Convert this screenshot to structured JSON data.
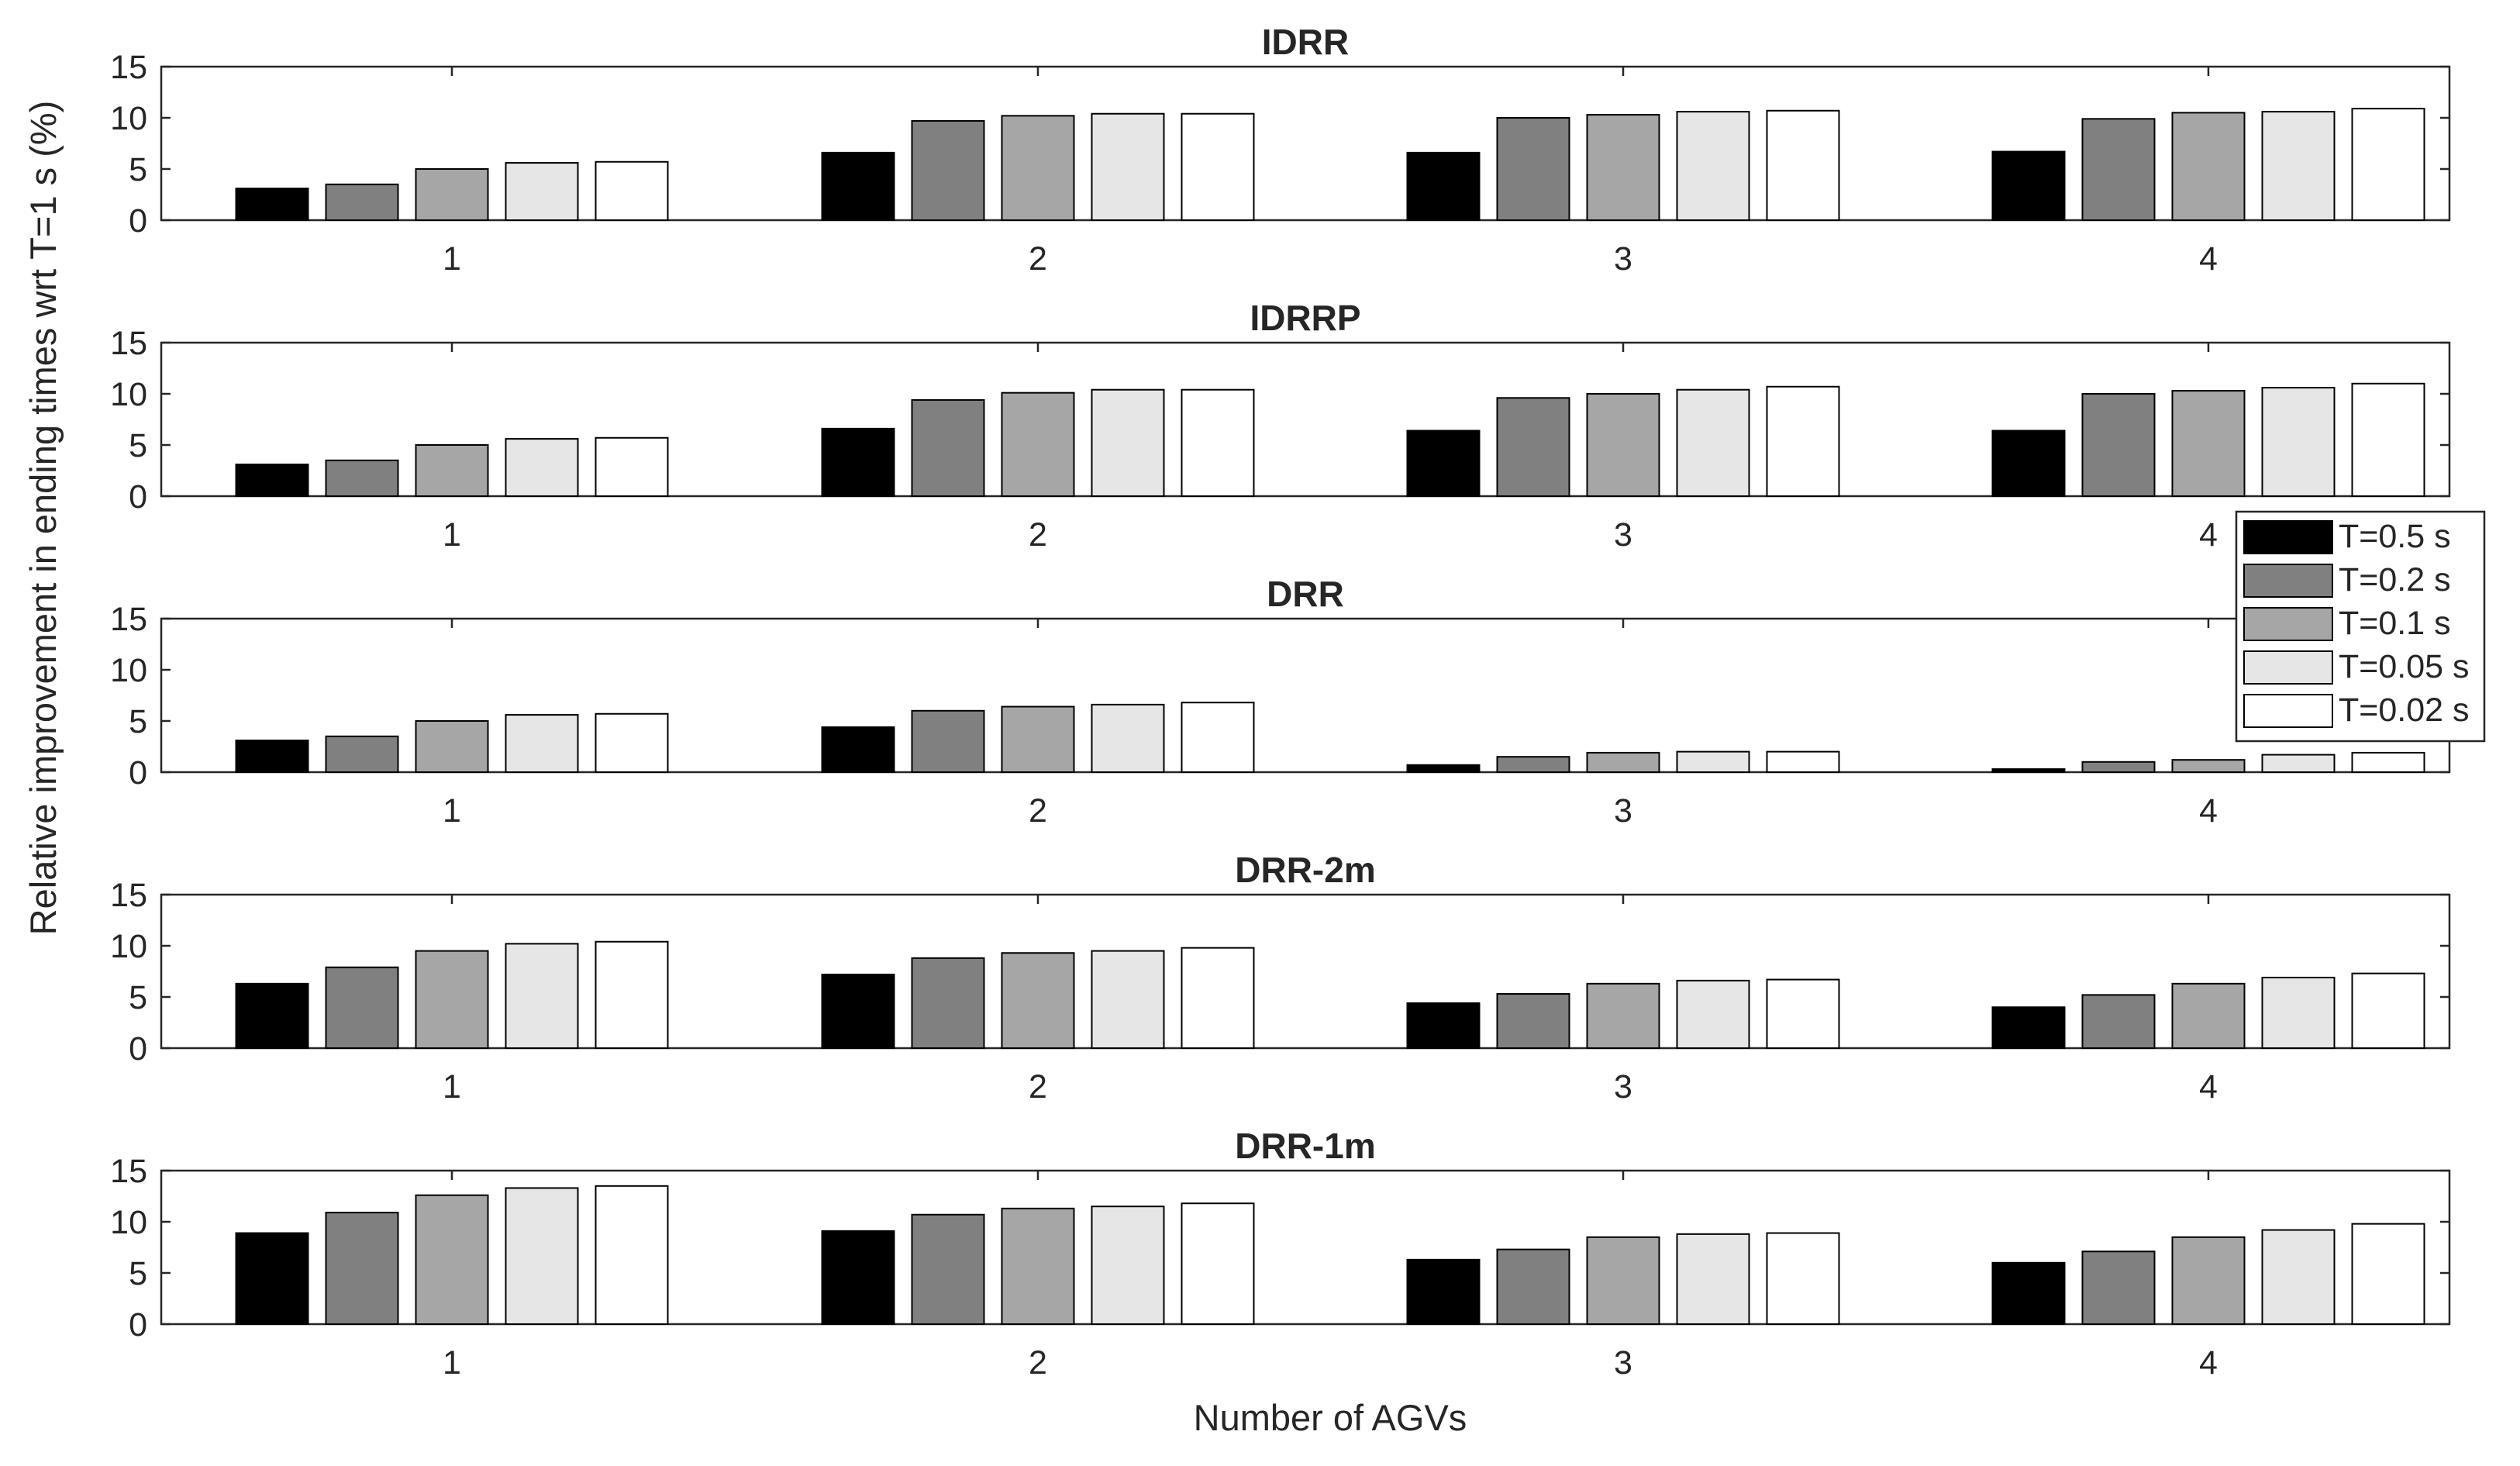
{
  "figure": {
    "ylabel": "Relative improvement in ending times wrt T=1 s (%)",
    "xlabel": "Number of AGVs"
  },
  "legend": {
    "placement": "right",
    "entries": [
      {
        "label": "T=0.5 s",
        "color": "#000000"
      },
      {
        "label": "T=0.2 s",
        "color": "#808080"
      },
      {
        "label": "T=0.1 s",
        "color": "#a6a6a6"
      },
      {
        "label": "T=0.05 s",
        "color": "#e6e6e6"
      },
      {
        "label": "T=0.02 s",
        "color": "#ffffff"
      }
    ]
  },
  "chart_data": [
    {
      "type": "bar",
      "title": "IDRR",
      "categories": [
        "1",
        "2",
        "3",
        "4"
      ],
      "ylim": [
        0,
        15
      ],
      "yticks": [
        "0",
        "5",
        "10",
        "15"
      ],
      "grid": false,
      "series": [
        {
          "name": "T=0.5 s",
          "values": [
            3.1,
            6.6,
            6.6,
            6.7
          ]
        },
        {
          "name": "T=0.2 s",
          "values": [
            3.5,
            9.7,
            10.0,
            9.9
          ]
        },
        {
          "name": "T=0.1 s",
          "values": [
            5.0,
            10.2,
            10.3,
            10.5
          ]
        },
        {
          "name": "T=0.05 s",
          "values": [
            5.6,
            10.4,
            10.6,
            10.6
          ]
        },
        {
          "name": "T=0.02 s",
          "values": [
            5.7,
            10.4,
            10.7,
            10.9
          ]
        }
      ]
    },
    {
      "type": "bar",
      "title": "IDRRP",
      "categories": [
        "1",
        "2",
        "3",
        "4"
      ],
      "ylim": [
        0,
        15
      ],
      "yticks": [
        "0",
        "5",
        "10",
        "15"
      ],
      "grid": false,
      "series": [
        {
          "name": "T=0.5 s",
          "values": [
            3.1,
            6.6,
            6.4,
            6.4
          ]
        },
        {
          "name": "T=0.2 s",
          "values": [
            3.5,
            9.4,
            9.6,
            10.0
          ]
        },
        {
          "name": "T=0.1 s",
          "values": [
            5.0,
            10.1,
            10.0,
            10.3
          ]
        },
        {
          "name": "T=0.05 s",
          "values": [
            5.6,
            10.4,
            10.4,
            10.6
          ]
        },
        {
          "name": "T=0.02 s",
          "values": [
            5.7,
            10.4,
            10.7,
            11.0
          ]
        }
      ]
    },
    {
      "type": "bar",
      "title": "DRR",
      "categories": [
        "1",
        "2",
        "3",
        "4"
      ],
      "ylim": [
        0,
        15
      ],
      "yticks": [
        "0",
        "5",
        "10",
        "15"
      ],
      "grid": false,
      "series": [
        {
          "name": "T=0.5 s",
          "values": [
            3.1,
            4.4,
            0.7,
            0.3
          ]
        },
        {
          "name": "T=0.2 s",
          "values": [
            3.5,
            6.0,
            1.5,
            1.0
          ]
        },
        {
          "name": "T=0.1 s",
          "values": [
            5.0,
            6.4,
            1.9,
            1.2
          ]
        },
        {
          "name": "T=0.05 s",
          "values": [
            5.6,
            6.6,
            2.0,
            1.7
          ]
        },
        {
          "name": "T=0.02 s",
          "values": [
            5.7,
            6.8,
            2.0,
            1.9
          ]
        }
      ]
    },
    {
      "type": "bar",
      "title": "DRR-2m",
      "categories": [
        "1",
        "2",
        "3",
        "4"
      ],
      "ylim": [
        0,
        15
      ],
      "yticks": [
        "0",
        "5",
        "10",
        "15"
      ],
      "grid": false,
      "series": [
        {
          "name": "T=0.5 s",
          "values": [
            6.3,
            7.2,
            4.4,
            4.0
          ]
        },
        {
          "name": "T=0.2 s",
          "values": [
            7.9,
            8.8,
            5.3,
            5.2
          ]
        },
        {
          "name": "T=0.1 s",
          "values": [
            9.5,
            9.3,
            6.3,
            6.3
          ]
        },
        {
          "name": "T=0.05 s",
          "values": [
            10.2,
            9.5,
            6.6,
            6.9
          ]
        },
        {
          "name": "T=0.02 s",
          "values": [
            10.4,
            9.8,
            6.7,
            7.3
          ]
        }
      ]
    },
    {
      "type": "bar",
      "title": "DRR-1m",
      "categories": [
        "1",
        "2",
        "3",
        "4"
      ],
      "ylim": [
        0,
        15
      ],
      "yticks": [
        "0",
        "5",
        "10",
        "15"
      ],
      "grid": false,
      "series": [
        {
          "name": "T=0.5 s",
          "values": [
            8.9,
            9.1,
            6.3,
            6.0
          ]
        },
        {
          "name": "T=0.2 s",
          "values": [
            10.9,
            10.7,
            7.3,
            7.1
          ]
        },
        {
          "name": "T=0.1 s",
          "values": [
            12.6,
            11.3,
            8.5,
            8.5
          ]
        },
        {
          "name": "T=0.05 s",
          "values": [
            13.3,
            11.5,
            8.8,
            9.2
          ]
        },
        {
          "name": "T=0.02 s",
          "values": [
            13.5,
            11.8,
            8.9,
            9.8
          ]
        }
      ]
    }
  ]
}
